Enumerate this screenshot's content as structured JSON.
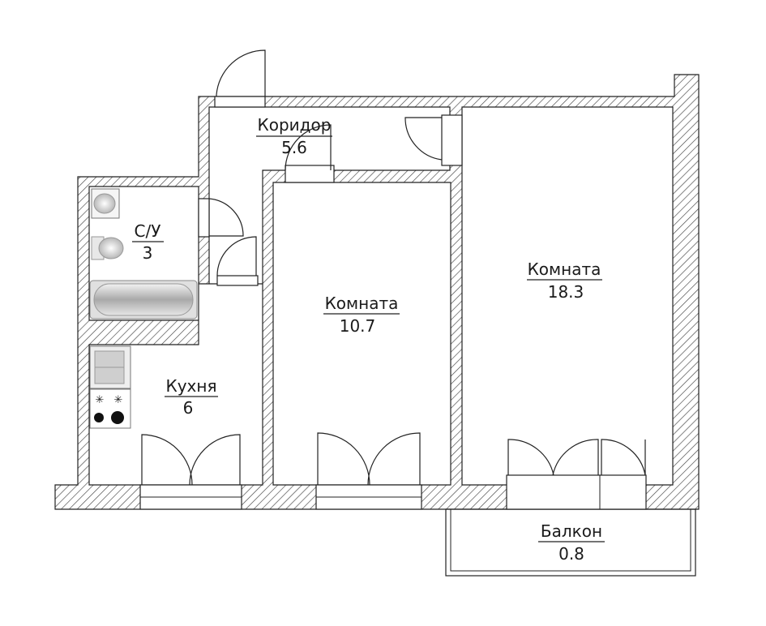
{
  "plan": {
    "rooms": [
      {
        "id": "corridor",
        "name": "Коридор",
        "area": "5.6"
      },
      {
        "id": "bathroom",
        "name": "С/У",
        "area": "3"
      },
      {
        "id": "kitchen",
        "name": "Кухня",
        "area": "6"
      },
      {
        "id": "room-small",
        "name": "Комната",
        "area": "10.7"
      },
      {
        "id": "room-large",
        "name": "Комната",
        "area": "18.3"
      },
      {
        "id": "balcony",
        "name": "Балкон",
        "area": "0.8"
      }
    ]
  },
  "colors": {
    "wall_stroke": "#222222",
    "hatch": "#444444",
    "fixture": "#bdbdbd"
  }
}
